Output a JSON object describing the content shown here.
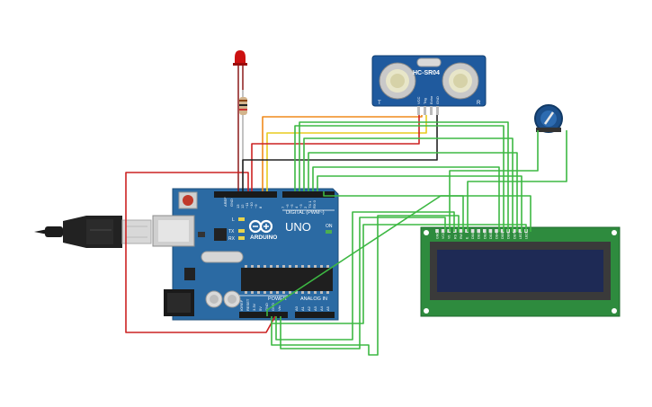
{
  "arduino": {
    "brand": "ARDUINO",
    "model": "UNO",
    "digital_label": "DIGITAL (PWM~)",
    "power_label": "POWER",
    "analog_label": "ANALOG IN",
    "on_label": "ON",
    "tx_label": "TX",
    "rx_label": "RX",
    "l_label": "L",
    "aref_label": "AREF",
    "gnd_label": "GND",
    "digital_pins": [
      "13",
      "12",
      "~11",
      "~10",
      "~9",
      "8",
      "7",
      "~6",
      "~5",
      "4",
      "~3",
      "2",
      "TX 1",
      "RX 0"
    ],
    "power_pins": [
      "IOREF",
      "RESET",
      "3.3V",
      "5V",
      "GND",
      "GND",
      "Vin"
    ],
    "analog_pins": [
      "A0",
      "A1",
      "A2",
      "A3",
      "A4",
      "A5"
    ]
  },
  "sensor": {
    "name": "HC-SR04",
    "left_mark": "T",
    "right_mark": "R",
    "pins": [
      "VCC",
      "Trig",
      "Echo",
      "GND"
    ]
  },
  "lcd": {
    "pins": [
      "GND",
      "VCC",
      "V0",
      "RS",
      "RW",
      "E",
      "DB0",
      "DB1",
      "DB2",
      "DB3",
      "DB4",
      "DB5",
      "DB6",
      "DB7",
      "LED",
      "LED"
    ]
  },
  "colors": {
    "board": "#2b6aa3",
    "lcd_board": "#2e8b3e",
    "lcd_screen": "#1e2a55",
    "sensor_board": "#1f5a9e",
    "wire_green": "#3db843",
    "wire_red": "#cc2222",
    "wire_black": "#222222",
    "wire_orange": "#f08a1c",
    "wire_yellow": "#e8cc1e",
    "wire_darkred": "#8b1a1a",
    "led": "#cc1111",
    "potentiometer": "#1c4f8a"
  }
}
